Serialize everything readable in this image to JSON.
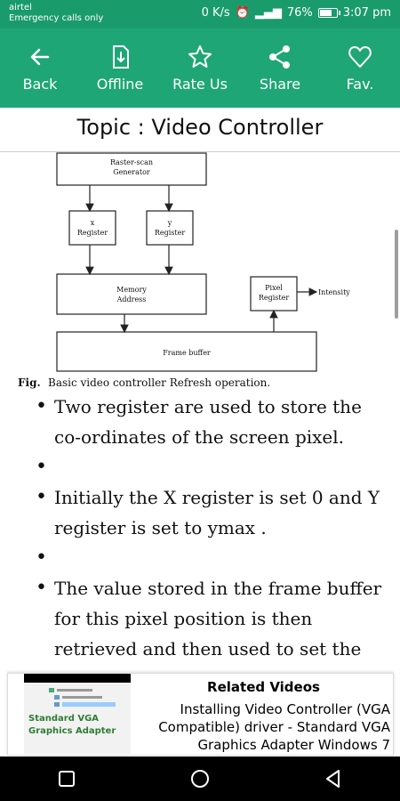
{
  "status": {
    "carrier": "airtel",
    "carrier_sub": "Emergency calls only",
    "speed": "0 K/s",
    "battery": "76%",
    "battery_level": 0.76,
    "time": "3:07 pm"
  },
  "toolbar": {
    "back": "Back",
    "offline": "Offline",
    "rate": "Rate Us",
    "share": "Share",
    "fav": "Fav."
  },
  "topic": "Topic : Video Controller",
  "diagram": {
    "raster_line1": "Raster-scan",
    "raster_line2": "Generator",
    "x_reg_line1": "x",
    "x_reg_line2": "Register",
    "y_reg_line1": "y",
    "y_reg_line2": "Register",
    "memory_line1": "Memory",
    "memory_line2": "Address",
    "pixel_line1": "Pixel",
    "pixel_line2": "Register",
    "intensity": "Intensity",
    "frame_buffer": "Frame buffer",
    "caption_bold": "Fig.",
    "caption_text": "Basic video controller  Refresh operation."
  },
  "bullets": [
    "Two register are used to store the co-ordinates of the screen pixel.",
    "",
    "Initially the X register is set 0 and Y register is set to ymax .",
    "",
    "The value stored in the frame buffer for this pixel position is then retrieved and then used to set the intensity of CRT beam."
  ],
  "related": {
    "title": "Related Videos",
    "text": "Installing Video Controller (VGA Compatible) driver - Standard VGA Graphics Adapter Windows 7",
    "thumb_label": "Standard VGA Graphics Adapter"
  }
}
